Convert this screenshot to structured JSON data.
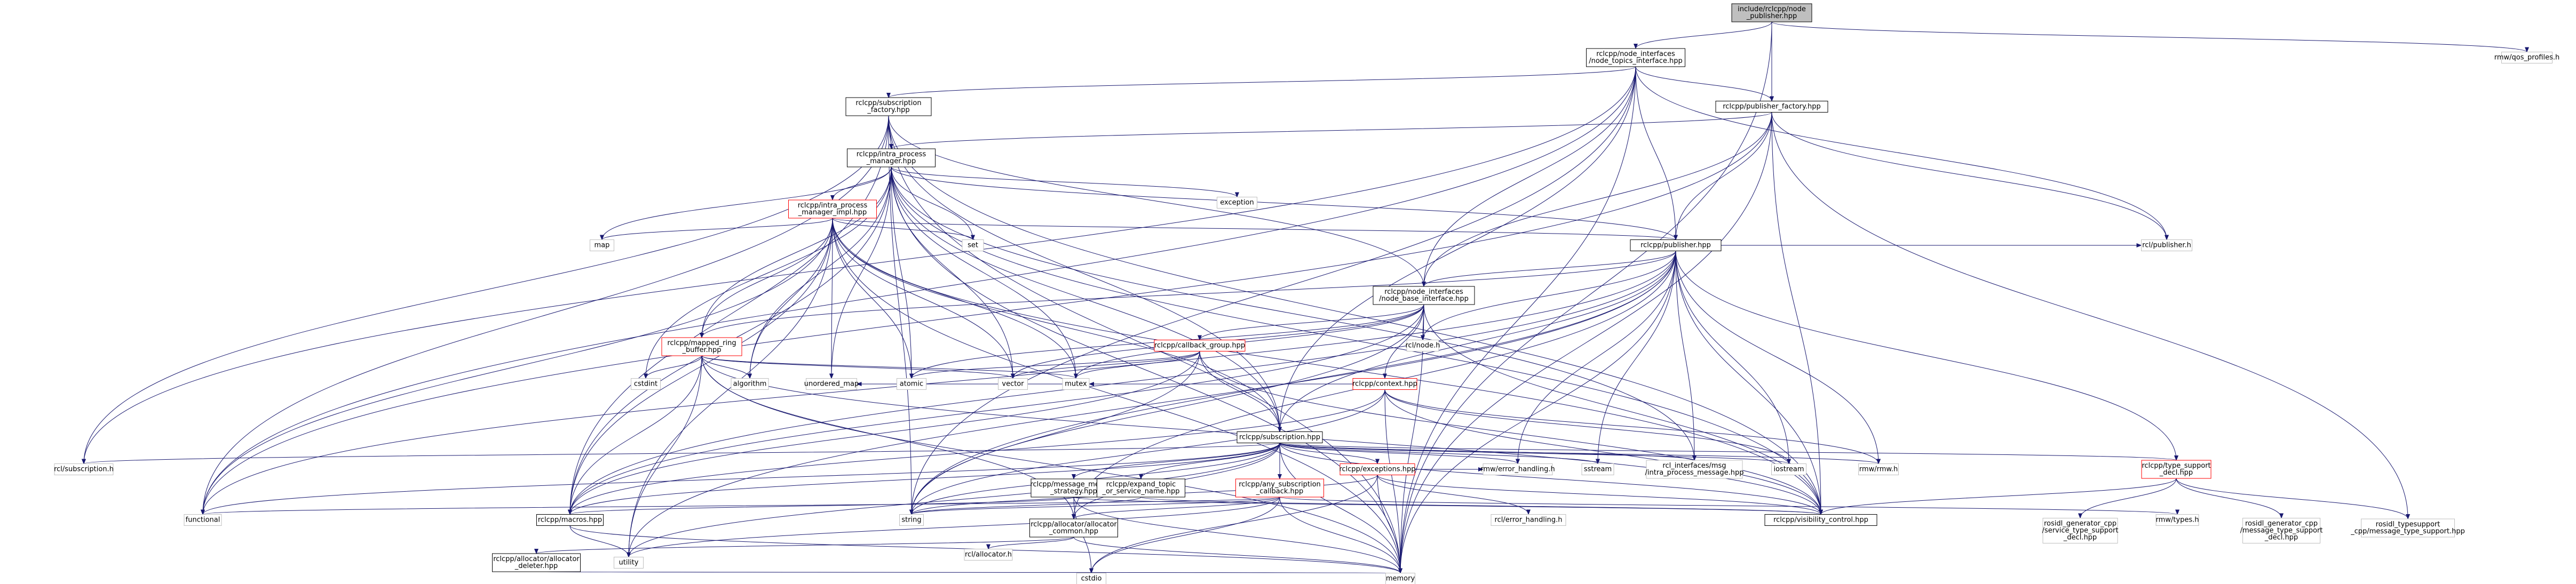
{
  "colors": {
    "edge": "#191970",
    "root_fill": "#bfbfbf",
    "node_border": "#000000",
    "external_border": "#bfbfbf",
    "incomplete_border": "#ff0000"
  },
  "nodes": [
    {
      "id": "root",
      "lines": [
        "include/rclcpp/node",
        "_publisher.hpp"
      ],
      "kind": "root"
    },
    {
      "id": "nti",
      "lines": [
        "rclcpp/node_interfaces",
        "/node_topics_interface.hpp"
      ],
      "kind": "normal"
    },
    {
      "id": "qos",
      "lines": [
        "rmw/qos_profiles.h"
      ],
      "kind": "external"
    },
    {
      "id": "subfac",
      "lines": [
        "rclcpp/subscription",
        "_factory.hpp"
      ],
      "kind": "normal"
    },
    {
      "id": "pubfac",
      "lines": [
        "rclcpp/publisher_factory.hpp"
      ],
      "kind": "normal"
    },
    {
      "id": "ipm",
      "lines": [
        "rclcpp/intra_process",
        "_manager.hpp"
      ],
      "kind": "normal"
    },
    {
      "id": "ipmi",
      "lines": [
        "rclcpp/intra_process",
        "_manager_impl.hpp"
      ],
      "kind": "incomplete"
    },
    {
      "id": "exception",
      "lines": [
        "exception"
      ],
      "kind": "external"
    },
    {
      "id": "map",
      "lines": [
        "map"
      ],
      "kind": "external"
    },
    {
      "id": "set",
      "lines": [
        "set"
      ],
      "kind": "external"
    },
    {
      "id": "pub",
      "lines": [
        "rclcpp/publisher.hpp"
      ],
      "kind": "normal"
    },
    {
      "id": "rclpub",
      "lines": [
        "rcl/publisher.h"
      ],
      "kind": "external"
    },
    {
      "id": "nbi",
      "lines": [
        "rclcpp/node_interfaces",
        "/node_base_interface.hpp"
      ],
      "kind": "normal"
    },
    {
      "id": "rclnode",
      "lines": [
        "rcl/node.h"
      ],
      "kind": "external"
    },
    {
      "id": "mrb",
      "lines": [
        "rclcpp/mapped_ring",
        "_buffer.hpp"
      ],
      "kind": "incomplete"
    },
    {
      "id": "cbg",
      "lines": [
        "rclcpp/callback_group.hpp"
      ],
      "kind": "incomplete"
    },
    {
      "id": "ctx",
      "lines": [
        "rclcpp/context.hpp"
      ],
      "kind": "incomplete"
    },
    {
      "id": "cstdint",
      "lines": [
        "cstdint"
      ],
      "kind": "external"
    },
    {
      "id": "algorithm",
      "lines": [
        "algorithm"
      ],
      "kind": "external"
    },
    {
      "id": "umap",
      "lines": [
        "unordered_map"
      ],
      "kind": "external"
    },
    {
      "id": "atomic",
      "lines": [
        "atomic"
      ],
      "kind": "external"
    },
    {
      "id": "vector",
      "lines": [
        "vector"
      ],
      "kind": "external"
    },
    {
      "id": "mutex",
      "lines": [
        "mutex"
      ],
      "kind": "external"
    },
    {
      "id": "sub",
      "lines": [
        "rclcpp/subscription.hpp"
      ],
      "kind": "normal"
    },
    {
      "id": "rclsub",
      "lines": [
        "rcl/subscription.h"
      ],
      "kind": "external"
    },
    {
      "id": "mms",
      "lines": [
        "rclcpp/message_memory",
        "_strategy.hpp"
      ],
      "kind": "normal"
    },
    {
      "id": "expand",
      "lines": [
        "rclcpp/expand_topic",
        "_or_service_name.hpp"
      ],
      "kind": "normal"
    },
    {
      "id": "anysub",
      "lines": [
        "rclcpp/any_subscription",
        "_callback.hpp"
      ],
      "kind": "incomplete"
    },
    {
      "id": "exc",
      "lines": [
        "rclcpp/exceptions.hpp"
      ],
      "kind": "incomplete"
    },
    {
      "id": "rmweh",
      "lines": [
        "rmw/error_handling.h"
      ],
      "kind": "external"
    },
    {
      "id": "sstream",
      "lines": [
        "sstream"
      ],
      "kind": "external"
    },
    {
      "id": "ipmsg",
      "lines": [
        "rcl_interfaces/msg",
        "/intra_process_message.hpp"
      ],
      "kind": "external"
    },
    {
      "id": "iostream",
      "lines": [
        "iostream"
      ],
      "kind": "external"
    },
    {
      "id": "rmwh",
      "lines": [
        "rmw/rmw.h"
      ],
      "kind": "external"
    },
    {
      "id": "ts",
      "lines": [
        "rclcpp/type_support",
        "_decl.hpp"
      ],
      "kind": "incomplete"
    },
    {
      "id": "func",
      "lines": [
        "functional"
      ],
      "kind": "external"
    },
    {
      "id": "macros",
      "lines": [
        "rclcpp/macros.hpp"
      ],
      "kind": "normal"
    },
    {
      "id": "string",
      "lines": [
        "string"
      ],
      "kind": "external"
    },
    {
      "id": "acommon",
      "lines": [
        "rclcpp/allocator/allocator",
        "_common.hpp"
      ],
      "kind": "normal"
    },
    {
      "id": "rcleh",
      "lines": [
        "rcl/error_handling.h"
      ],
      "kind": "external"
    },
    {
      "id": "vis",
      "lines": [
        "rclcpp/visibility_control.hpp"
      ],
      "kind": "normal"
    },
    {
      "id": "rosidl_srv",
      "lines": [
        "rosidl_generator_cpp",
        "/service_type_support",
        "_decl.hpp"
      ],
      "kind": "external"
    },
    {
      "id": "rmwtypes",
      "lines": [
        "rmw/types.h"
      ],
      "kind": "external"
    },
    {
      "id": "rosidl_msg",
      "lines": [
        "rosidl_generator_cpp",
        "/message_type_support",
        "_decl.hpp"
      ],
      "kind": "external"
    },
    {
      "id": "rosidl_ts",
      "lines": [
        "rosidl_typesupport",
        "_cpp/message_type_support.hpp"
      ],
      "kind": "external"
    },
    {
      "id": "rclalloc",
      "lines": [
        "rcl/allocator.h"
      ],
      "kind": "external"
    },
    {
      "id": "adeleter",
      "lines": [
        "rclcpp/allocator/allocator",
        "_deleter.hpp"
      ],
      "kind": "normal"
    },
    {
      "id": "utility",
      "lines": [
        "utility"
      ],
      "kind": "external"
    },
    {
      "id": "cstdio",
      "lines": [
        "cstdio"
      ],
      "kind": "external"
    },
    {
      "id": "memory",
      "lines": [
        "memory"
      ],
      "kind": "external"
    }
  ]
}
